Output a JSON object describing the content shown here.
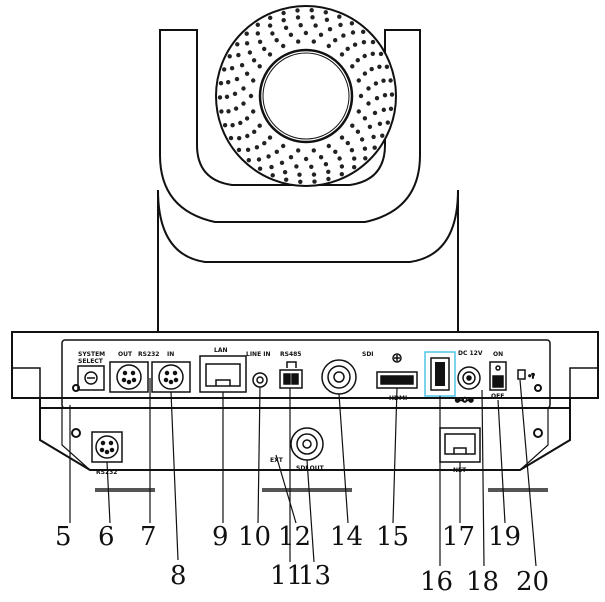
{
  "labels": {
    "system_select": [
      "SYSTEM",
      "SELECT"
    ],
    "rs232_out": "OUT",
    "rs232_top": "RS232",
    "rs232_in": "IN",
    "lan": "LAN",
    "line_in": "LINE IN",
    "rs485": "RS485",
    "sdi": "SDI",
    "hdmi": "HDMI",
    "dc12v": "DC 12V",
    "on": "ON",
    "off": "OFF",
    "rs232_bottom": "RS232",
    "ext": "EXT",
    "sdi_out": "SDI OUT",
    "net": "NET"
  },
  "callouts_top": [
    "5",
    "6",
    "7",
    "9",
    "10",
    "12",
    "14",
    "15",
    "17",
    "19"
  ],
  "callouts_bottom": [
    "8",
    "11",
    "13",
    "16",
    "18",
    "20"
  ],
  "colors": {
    "line": "#111111",
    "hdmi_highlight": "#4fc3e8"
  }
}
